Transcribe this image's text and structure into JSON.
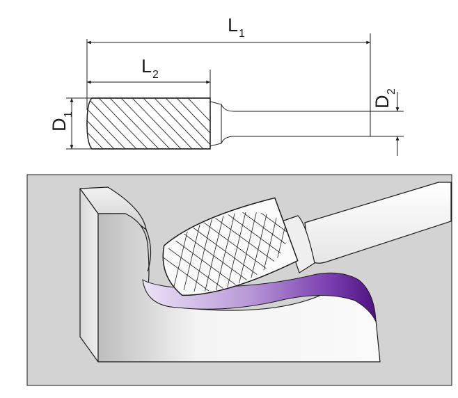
{
  "dimensions": {
    "L1": {
      "letter": "L",
      "sub": "1"
    },
    "L2": {
      "letter": "L",
      "sub": "2"
    },
    "D1": {
      "letter": "D",
      "sub": "1"
    },
    "D2": {
      "letter": "D",
      "sub": "2"
    }
  },
  "colors": {
    "line": "#1a1a1a",
    "panel_bg": "#d3d3d3",
    "workpiece_light": "#fbfbfb",
    "workpiece_mid": "#dcdcdc",
    "workpiece_dark": "#bdbdbd",
    "cut_light": "#e3d6f3",
    "cut_dark": "#5a1a8f"
  },
  "icons": [
    "rotary-burr-tree-radius-end",
    "workpiece-fillet-cut"
  ]
}
